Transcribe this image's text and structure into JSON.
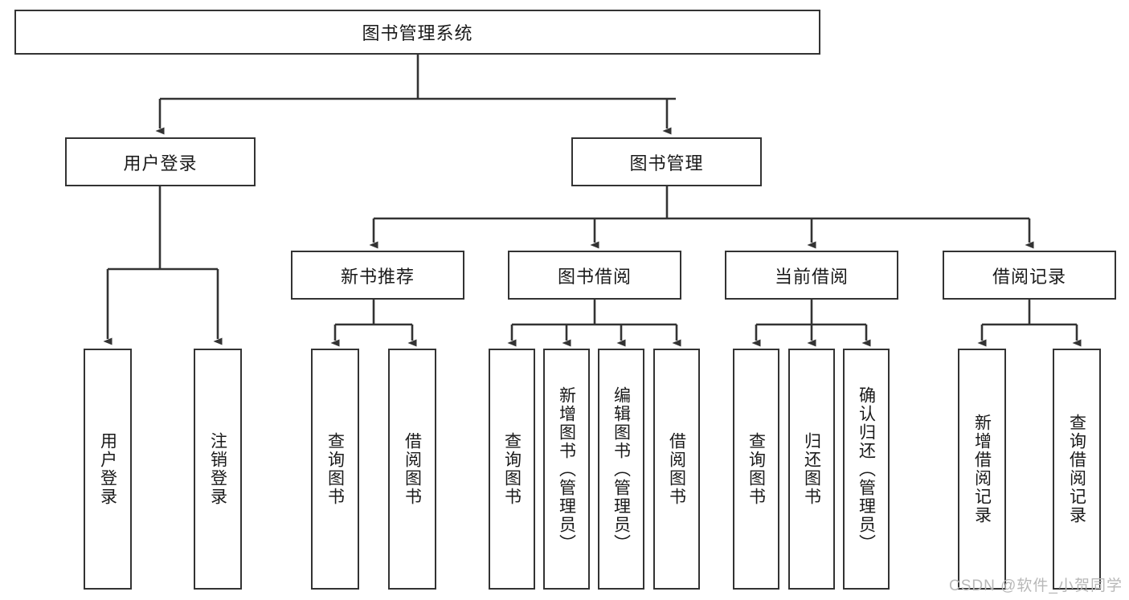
{
  "diagram": {
    "title_node": {
      "label": "图书管理系统"
    },
    "level2": [
      {
        "id": "user-login",
        "label": "用户登录"
      },
      {
        "id": "book-management",
        "label": "图书管理"
      }
    ],
    "level3": [
      {
        "id": "new-book-recommend",
        "label": "新书推荐"
      },
      {
        "id": "book-borrow",
        "label": "图书借阅"
      },
      {
        "id": "current-borrow",
        "label": "当前借阅"
      },
      {
        "id": "borrow-record",
        "label": "借阅记录"
      }
    ],
    "leaves": {
      "user_login": [
        {
          "id": "leaf-user-login",
          "label": "用户登录"
        },
        {
          "id": "leaf-logout-login",
          "label": "注销登录"
        }
      ],
      "new_book_recommend": [
        {
          "id": "leaf-query-book-1",
          "label": "查询图书"
        },
        {
          "id": "leaf-borrow-book-1",
          "label": "借阅图书"
        }
      ],
      "book_borrow": [
        {
          "id": "leaf-query-book-2",
          "label": "查询图书"
        },
        {
          "id": "leaf-add-book",
          "label": "新增图书（管理员）"
        },
        {
          "id": "leaf-edit-book",
          "label": "编辑图书（管理员）"
        },
        {
          "id": "leaf-borrow-book-2",
          "label": "借阅图书"
        }
      ],
      "current_borrow": [
        {
          "id": "leaf-query-book-3",
          "label": "查询图书"
        },
        {
          "id": "leaf-return-book",
          "label": "归还图书"
        },
        {
          "id": "leaf-confirm-return",
          "label": "确认归还（管理员）"
        }
      ],
      "borrow_record": [
        {
          "id": "leaf-add-borrow-record",
          "label": "新增借阅记录"
        },
        {
          "id": "leaf-query-borrow-record",
          "label": "查询借阅记录"
        }
      ]
    }
  },
  "watermark": {
    "text": "CSDN @软件_小贺同学"
  },
  "colors": {
    "stroke": "#333333",
    "background": "#ffffff",
    "text": "#1a1a1a",
    "watermark": "#b8b8b8"
  }
}
